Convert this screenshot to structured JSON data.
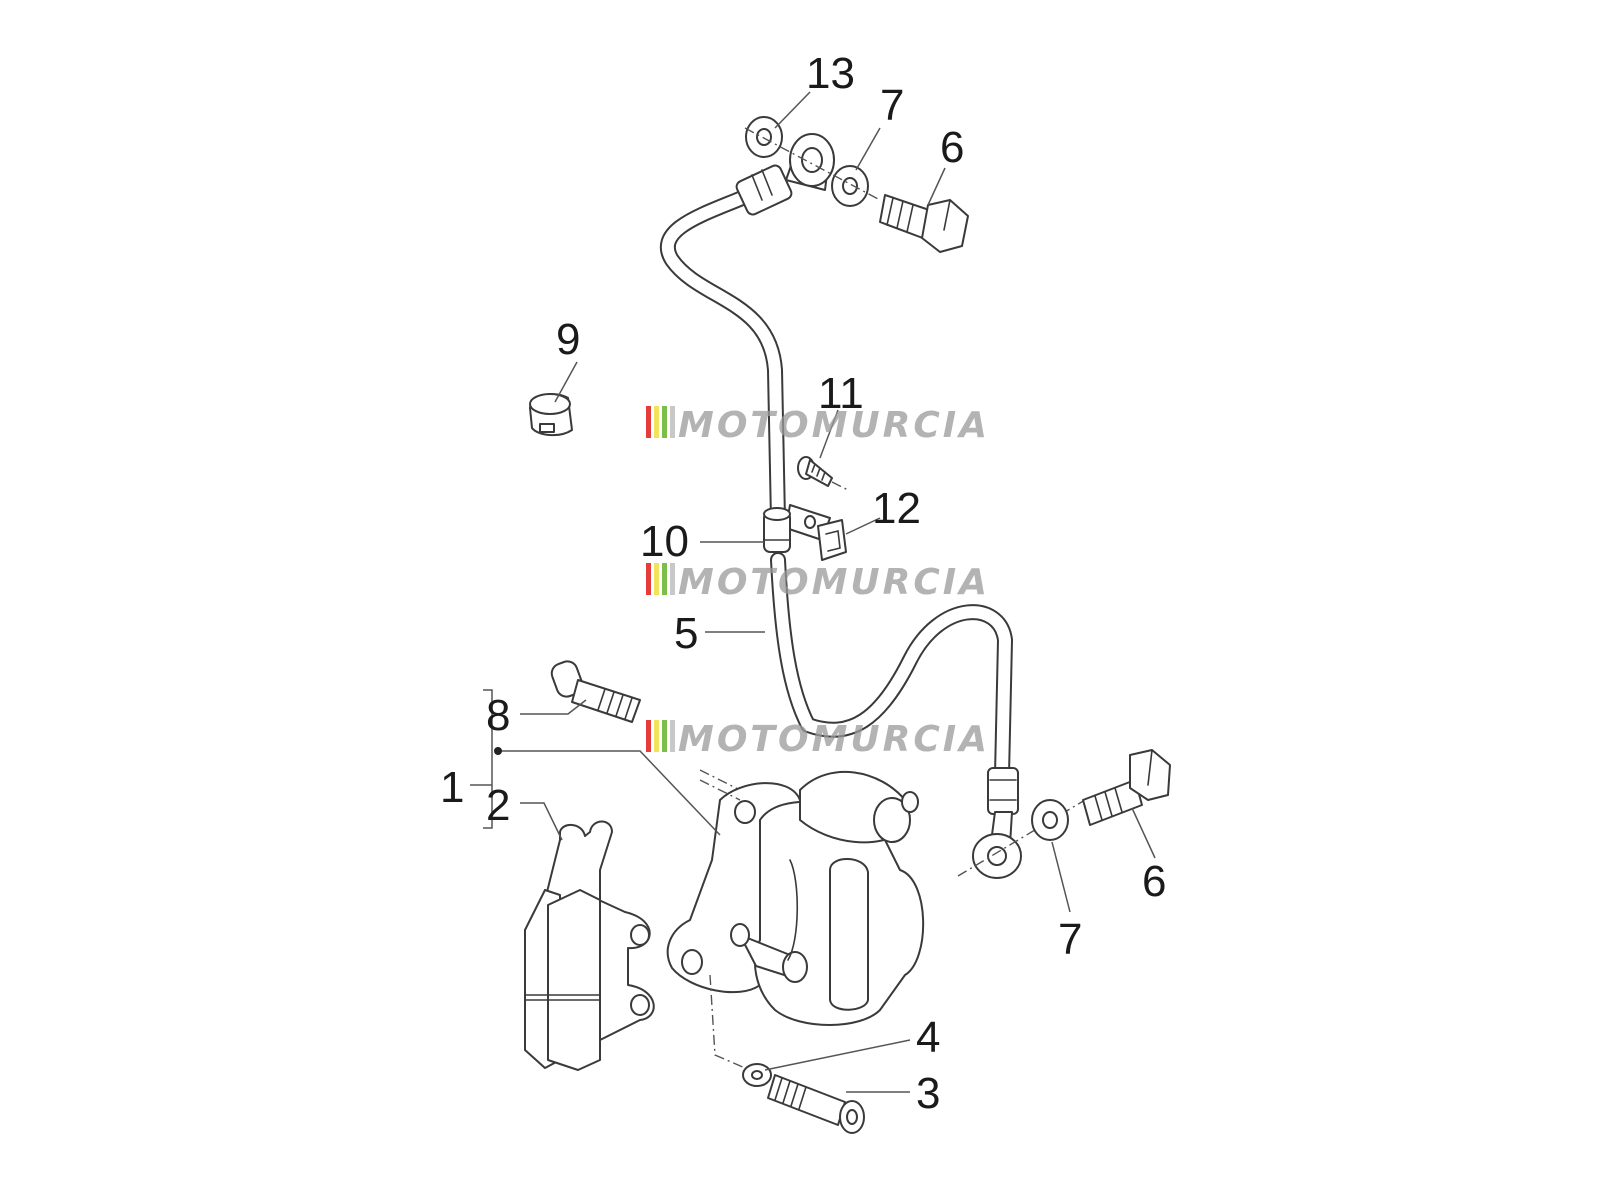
{
  "watermark": {
    "text": "MOTOMURCIA",
    "stripe_colors": [
      "#e43b3b",
      "#f2e35c",
      "#7bbf4a"
    ]
  },
  "callouts": {
    "c1": "1",
    "c2": "2",
    "c3": "3",
    "c4": "4",
    "c5": "5",
    "c6_top": "6",
    "c6_bottom": "6",
    "c7_top": "7",
    "c7_bottom": "7",
    "c8": "8",
    "c9": "9",
    "c10": "10",
    "c11": "11",
    "c12": "12",
    "c13": "13"
  },
  "colors": {
    "line": "#3a3a3a",
    "background": "#ffffff"
  }
}
